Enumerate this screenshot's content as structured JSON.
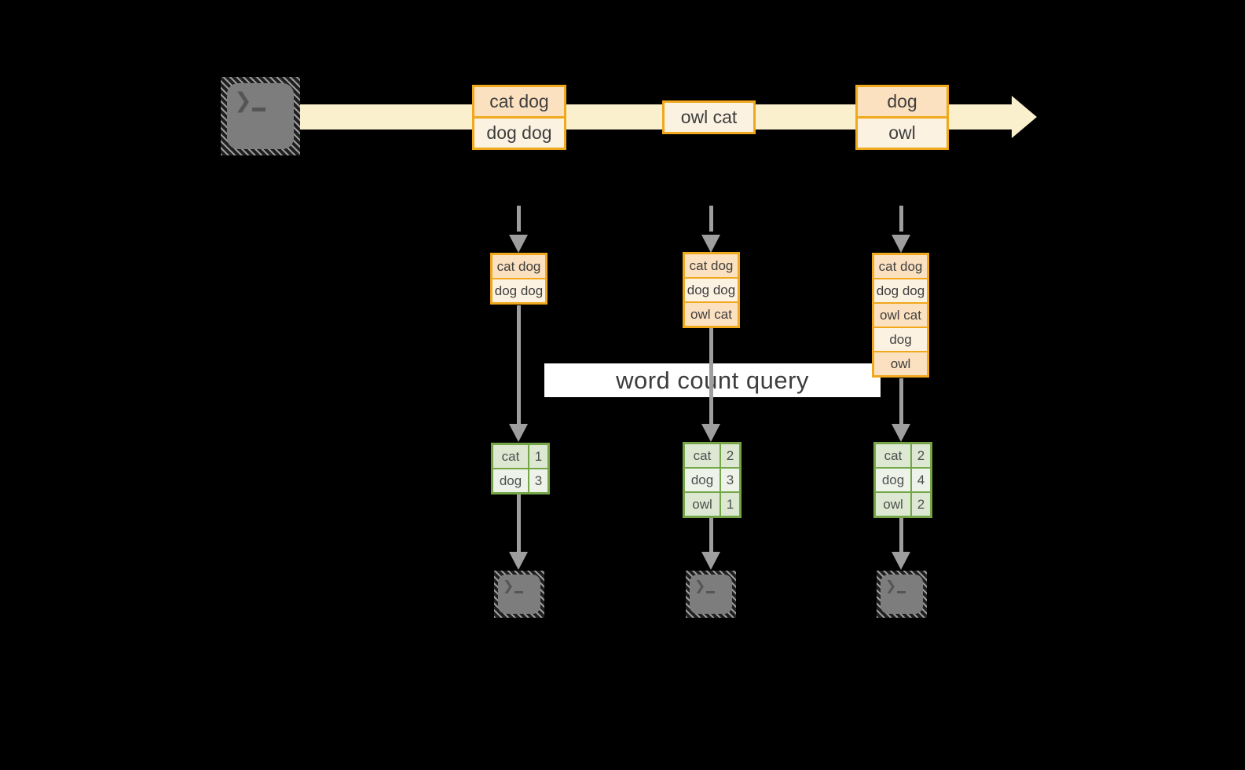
{
  "query_banner": {
    "text": "word count query"
  },
  "stream": {
    "messages": [
      {
        "lines": [
          "cat dog",
          "dog dog"
        ]
      },
      {
        "lines": [
          "owl cat"
        ]
      },
      {
        "lines": [
          "dog",
          "owl"
        ]
      }
    ]
  },
  "partitions": [
    {
      "buffer": [
        "cat dog",
        "dog dog"
      ],
      "counts": [
        {
          "word": "cat",
          "count": "1"
        },
        {
          "word": "dog",
          "count": "3"
        }
      ]
    },
    {
      "buffer": [
        "cat dog",
        "dog dog",
        "owl cat"
      ],
      "counts": [
        {
          "word": "cat",
          "count": "2"
        },
        {
          "word": "dog",
          "count": "3"
        },
        {
          "word": "owl",
          "count": "1"
        }
      ]
    },
    {
      "buffer": [
        "cat dog",
        "dog dog",
        "owl cat",
        "dog",
        "owl"
      ],
      "counts": [
        {
          "word": "cat",
          "count": "2"
        },
        {
          "word": "dog",
          "count": "4"
        },
        {
          "word": "owl",
          "count": "2"
        }
      ]
    }
  ],
  "icons": {
    "source": "terminal-icon",
    "sinks": [
      "terminal-icon",
      "terminal-icon",
      "terminal-icon"
    ],
    "prompt_glyph": "❯"
  },
  "colors": {
    "background": "#000000",
    "stream_band": "#faf0ce",
    "box_border": "#f0a81c",
    "box_fill_dark": "#fbe1c0",
    "box_fill_light": "#fcf2e2",
    "table_border": "#74a648",
    "table_fill_dark": "#dce8d1",
    "table_fill_light": "#eef3ea",
    "arrow_gray": "#9e9e9e",
    "banner_bg": "#ffffff",
    "text_dark": "#3e3e3e",
    "terminal_gray": "#7d7d7d"
  }
}
